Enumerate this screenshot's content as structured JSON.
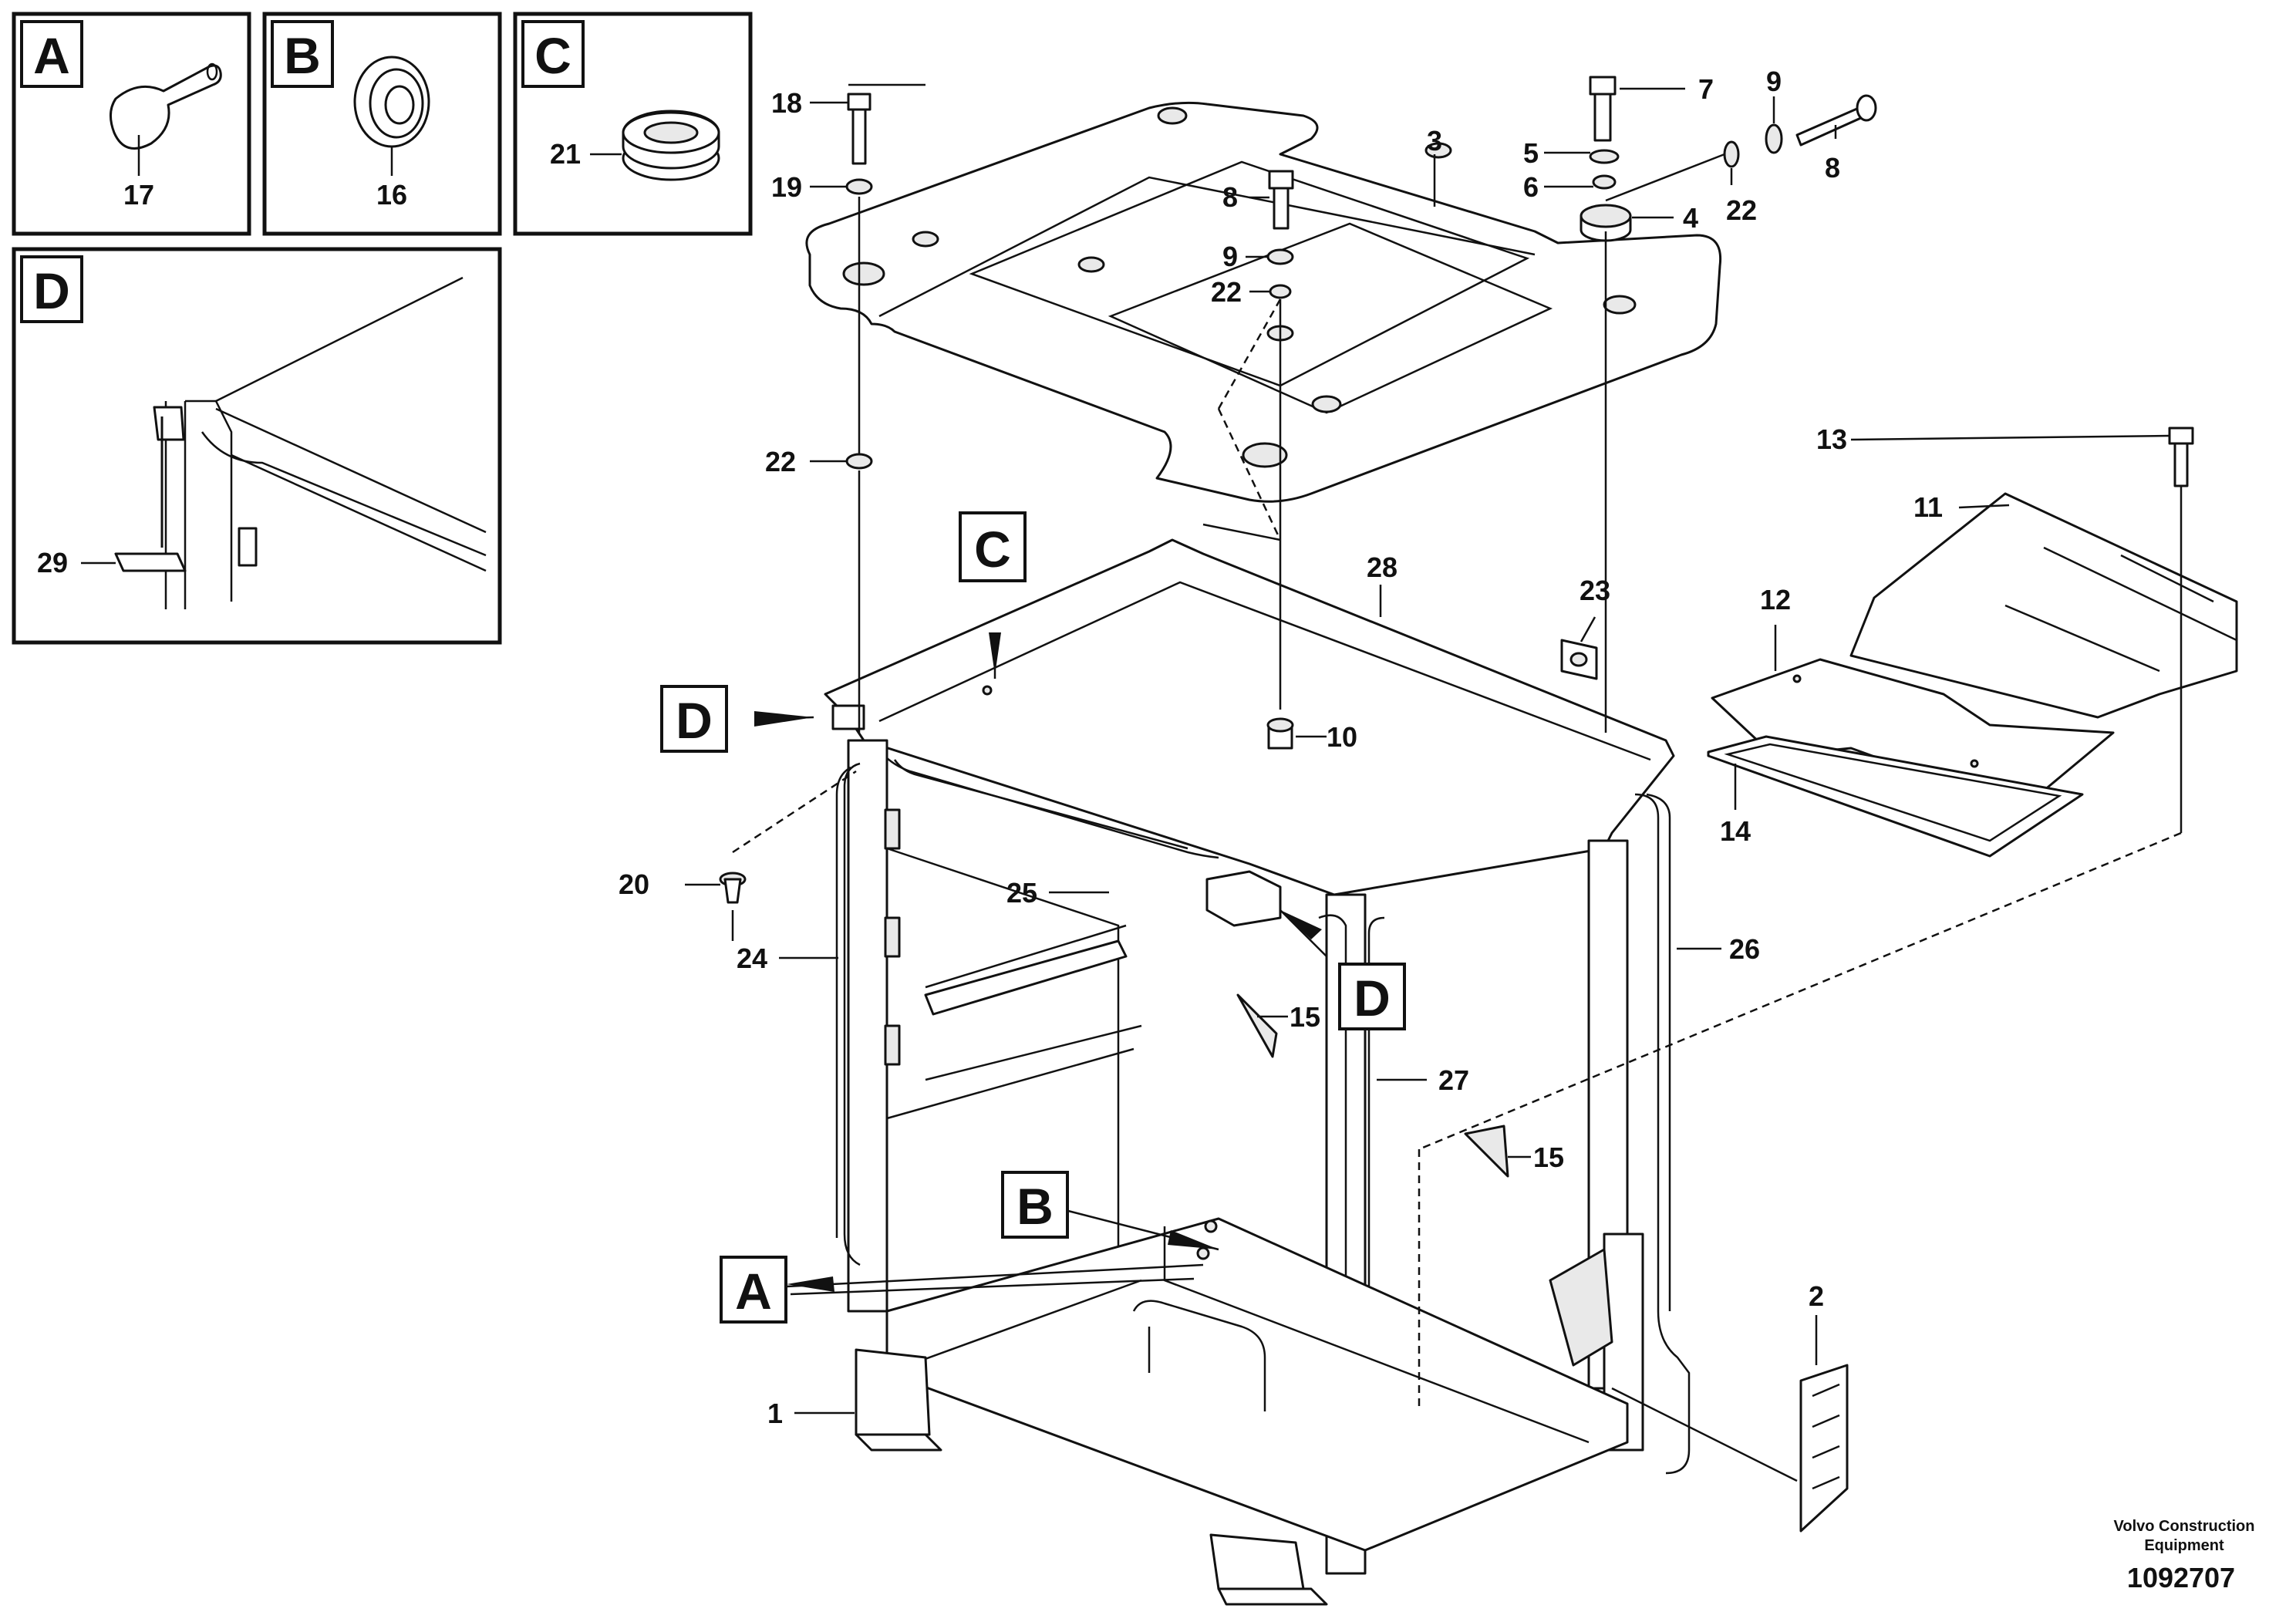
{
  "details": {
    "A": "A",
    "B": "B",
    "C": "C",
    "D": "D"
  },
  "callouts": {
    "c1": "1",
    "c2": "2",
    "c3": "3",
    "c4": "4",
    "c5": "5",
    "c6": "6",
    "c7": "7",
    "c8a": "8",
    "c8b": "8",
    "c9a": "9",
    "c9b": "9",
    "c10": "10",
    "c11": "11",
    "c12": "12",
    "c13": "13",
    "c14": "14",
    "c15a": "15",
    "c15b": "15",
    "c16": "16",
    "c17": "17",
    "c18": "18",
    "c19": "19",
    "c20": "20",
    "c21": "21",
    "c22a": "22",
    "c22b": "22",
    "c22c": "22",
    "c23": "23",
    "c24": "24",
    "c25": "25",
    "c26": "26",
    "c27": "27",
    "c28": "28",
    "c29": "29"
  },
  "footer": {
    "brand_line1": "Volvo Construction",
    "brand_line2": "Equipment",
    "doc_number": "1092707"
  }
}
